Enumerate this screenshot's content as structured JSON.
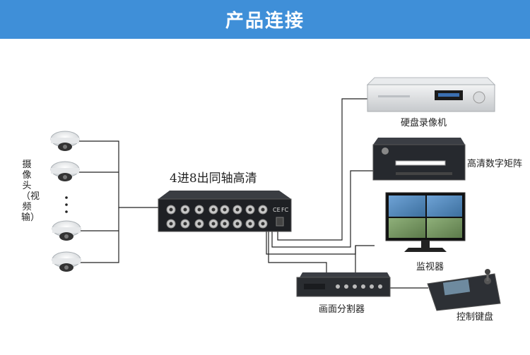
{
  "header": {
    "title": "产品连接"
  },
  "labels": {
    "cameras": "摄像头（视频输）",
    "converter": "4进8出同轴高清",
    "dvr": "硬盘录像机",
    "matrix": "高清数字矩阵",
    "monitor": "监视器",
    "splitter": "画面分割器",
    "keyboard": "控制键盘"
  },
  "device_text": {
    "converter_ce": "CE",
    "converter_fc": "FC"
  },
  "colors": {
    "banner": "#3f8fd8",
    "line": "#222222"
  }
}
